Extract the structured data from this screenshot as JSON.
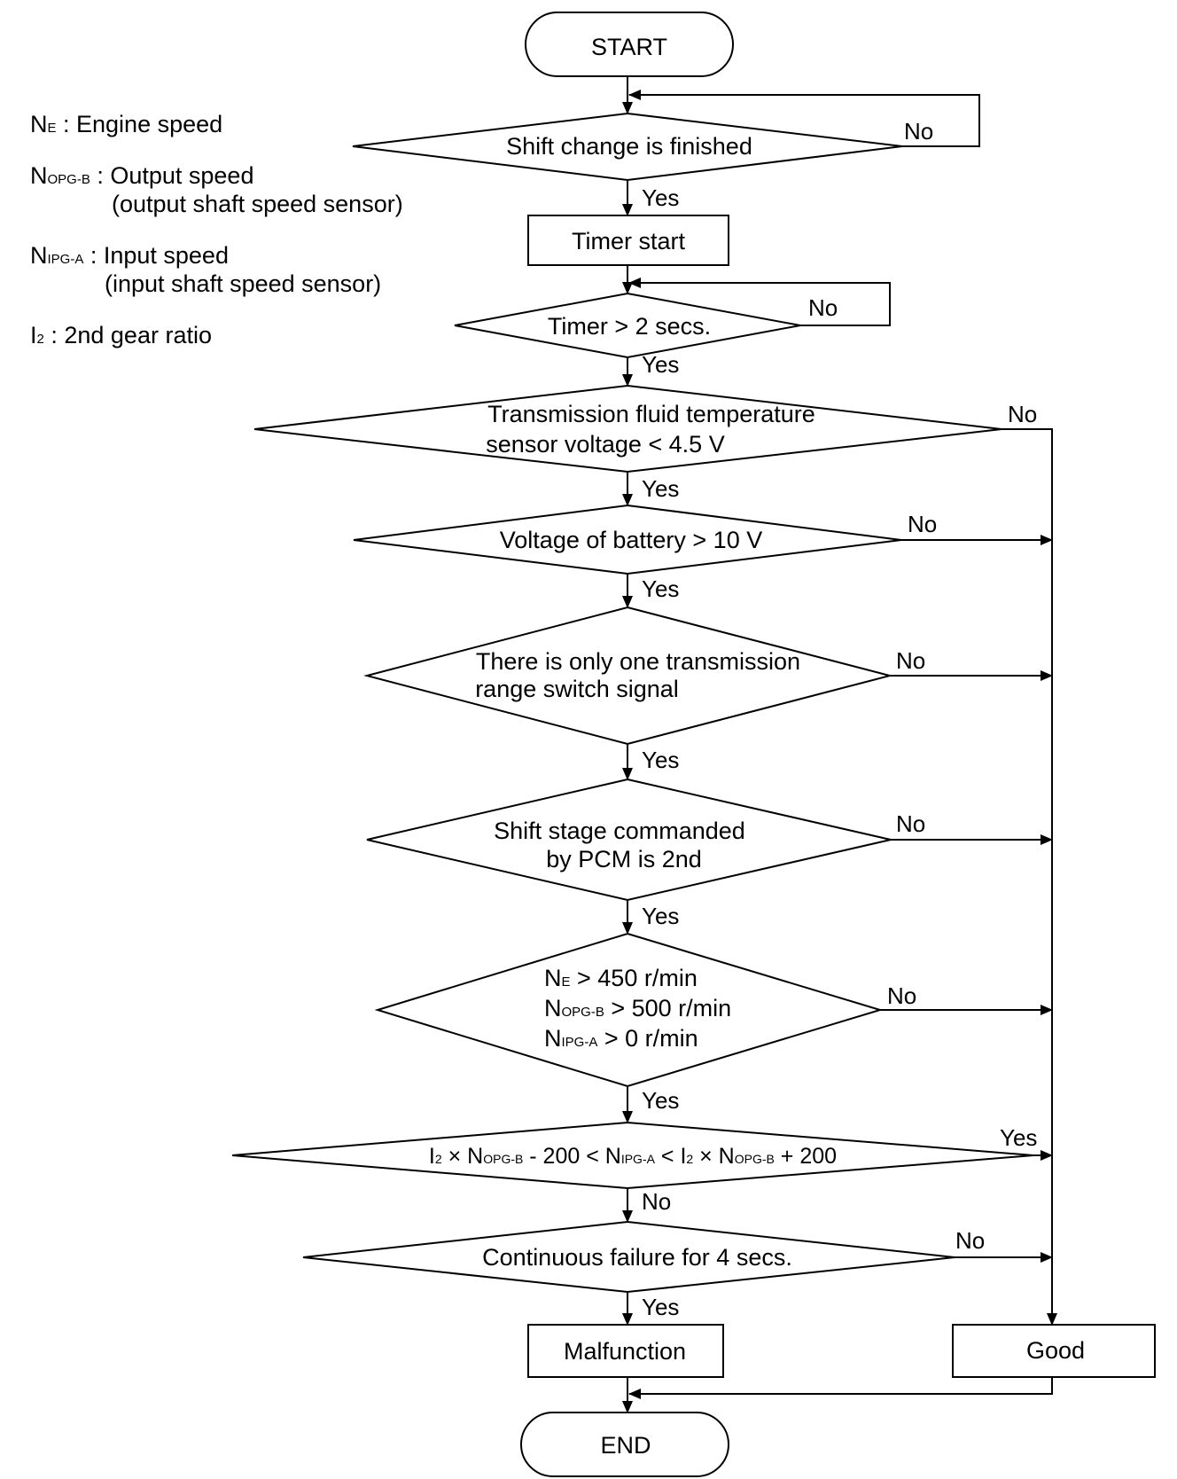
{
  "legend": {
    "ne_sym": "N",
    "ne_sub": "E",
    "ne_desc": " : Engine speed",
    "nopg_sym": "N",
    "nopg_sub": "OPG-B",
    "nopg_desc": " : Output speed",
    "nopg_desc2": "(output shaft speed sensor)",
    "nipg_sym": "N",
    "nipg_sub": "IPG-A",
    "nipg_desc": " : Input speed",
    "nipg_desc2": "(input shaft speed sensor)",
    "i2_sym": "I",
    "i2_sub": "2",
    "i2_desc": " : 2nd gear ratio"
  },
  "flow": {
    "start": "START",
    "end": "END",
    "shift_finished": "Shift change is finished",
    "timer_start": "Timer start",
    "timer_gt": "Timer > 2 secs.",
    "tft_line1": "Transmission fluid temperature",
    "tft_line2": "sensor voltage < 4.5 V",
    "battery": "Voltage of battery > 10 V",
    "trs_line1": "There is only one transmission",
    "trs_line2": "range switch signal",
    "stage_line1": "Shift stage commanded",
    "stage_line2": "by PCM is 2nd",
    "speed_ne": "N",
    "speed_ne_sub": "E",
    "speed_ne_rest": " > 450 r/min",
    "speed_nopg": "N",
    "speed_nopg_sub": "OPG-B",
    "speed_nopg_rest": " > 500 r/min",
    "speed_nipg": "N",
    "speed_nipg_sub": "IPG-A",
    "speed_nipg_rest": " > 0 r/min",
    "ratio_parts": [
      "I",
      "2",
      " × N",
      "OPG-B",
      " - 200 < N",
      "IPG-A",
      " < I",
      "2",
      " × N",
      "OPG-B",
      " + 200"
    ],
    "continuous": "Continuous failure for 4 secs.",
    "malfunction": "Malfunction",
    "good": "Good",
    "yes": "Yes",
    "no": "No"
  }
}
